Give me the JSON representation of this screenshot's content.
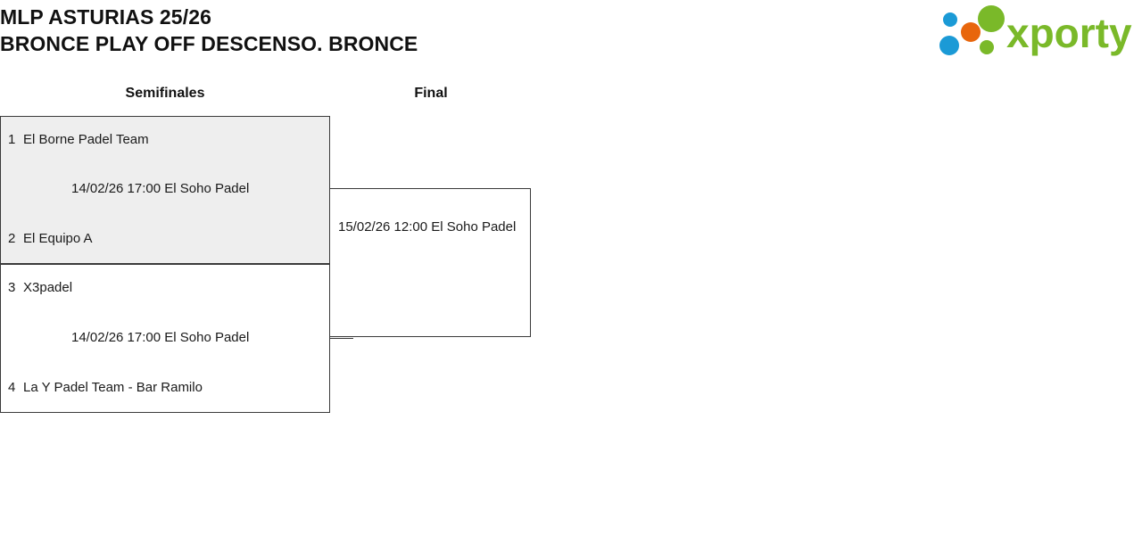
{
  "header": {
    "title_line1": "MLP ASTURIAS 25/26",
    "title_line2": "BRONCE PLAY OFF DESCENSO. BRONCE"
  },
  "logo": {
    "wordmark": "xporty",
    "colors": {
      "green": "#7ab929",
      "blue": "#1b9ad6",
      "orange": "#e8660c"
    }
  },
  "bracket": {
    "rounds": [
      {
        "label": "Semifinales"
      },
      {
        "label": "Final"
      }
    ],
    "matches": [
      {
        "id": "semifinal-1",
        "round": "Semifinales",
        "shaded": true,
        "top": {
          "seed": "1",
          "team": "El Borne Padel Team"
        },
        "bottom": {
          "seed": "2",
          "team": "El Equipo A"
        },
        "info": "14/02/26 17:00 El Soho Padel"
      },
      {
        "id": "semifinal-2",
        "round": "Semifinales",
        "shaded": false,
        "top": {
          "seed": "3",
          "team": "X3padel"
        },
        "bottom": {
          "seed": "4",
          "team": "La Y Padel Team - Bar Ramilo"
        },
        "info": "14/02/26 17:00 El Soho Padel"
      },
      {
        "id": "final",
        "round": "Final",
        "shaded": false,
        "top": {
          "seed": "",
          "team": ""
        },
        "bottom": {
          "seed": "",
          "team": ""
        },
        "info": "15/02/26 12:00 El Soho Padel"
      }
    ]
  }
}
